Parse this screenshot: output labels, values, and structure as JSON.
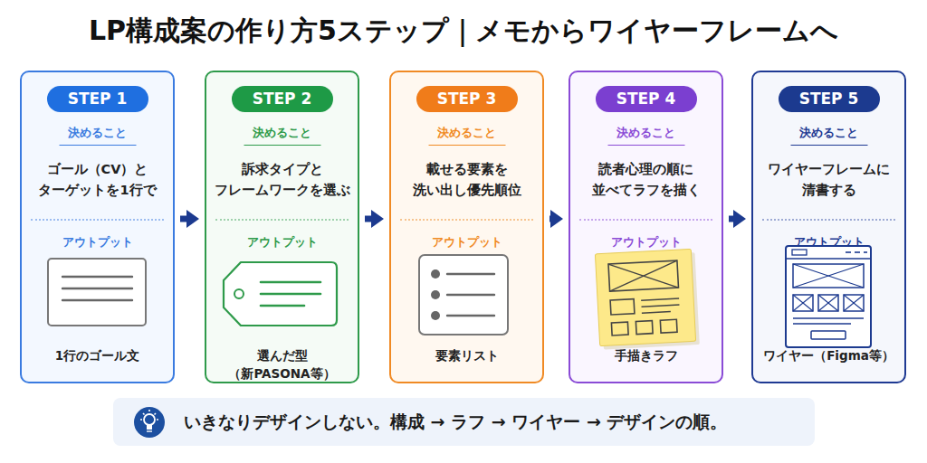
{
  "diagram": {
    "title": "LP構成案の作り方5ステップ｜メモからワイヤーフレームへ",
    "nodes": [
      {
        "text": [
          "決めること",
          "ゴール（CV）と ターゲットを1行で",
          "アウトプット",
          "1行のゴール文"
        ]
      },
      {
        "text": [
          "STEP 1"
        ],
        "in": 0
      },
      {
        "text": [
          "決めること",
          "訴求タイプと フレームワークを選ぶ",
          "アウトプット",
          "選んだ型（新PASONA等）"
        ]
      },
      {
        "text": [
          "STEP 2"
        ],
        "in": 2
      },
      {
        "text": [
          "決めること",
          "載せる要素を 洗い出し優先順位",
          "アウトプット",
          "要素リスト"
        ]
      },
      {
        "text": [
          "STEP 3"
        ],
        "in": 4
      },
      {
        "text": [
          "決めること",
          "読者心理の順に 並べてラフを描く",
          "アウトプット",
          "手描きラフ"
        ]
      },
      {
        "text": [
          "STEP 4"
        ],
        "in": 6
      },
      {
        "text": [
          "決めること",
          "ワイヤーフレームに 清書する",
          "アウトプット",
          "ワイヤー（Figma等）"
        ]
      },
      {
        "text": [
          "STEP 5"
        ],
        "in": 8
      },
      {
        "text": [
          "いきなりデザインしない。構成 → ラフ → ワイヤー → デザインの順。"
        ]
      }
    ],
    "edges": [
      {
        "from": 0,
        "to": 2,
        "arrow": "to"
      },
      {
        "from": 2,
        "to": 4,
        "arrow": "to"
      },
      {
        "from": 4,
        "to": 6,
        "arrow": "to"
      },
      {
        "from": 6,
        "to": 8,
        "arrow": "to"
      }
    ]
  }
}
